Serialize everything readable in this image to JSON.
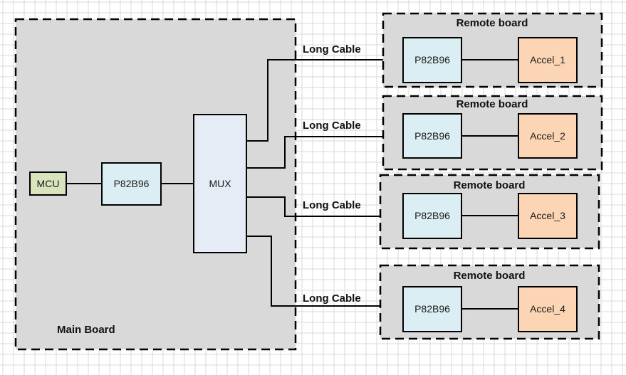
{
  "colors": {
    "grid": "#d9d9d9",
    "board_fill": "#d9d9d9",
    "mcu_fill": "#d8e4bc",
    "p82b96_fill": "#daeef3",
    "mux_fill": "#e6ecf6",
    "accel_fill": "#fcd5b5",
    "stroke": "#000000"
  },
  "main_board": {
    "label": "Main Board",
    "mcu": {
      "label": "MCU"
    },
    "p82b96": {
      "label": "P82B96"
    },
    "mux": {
      "label": "MUX"
    }
  },
  "cables": [
    {
      "label": "Long Cable"
    },
    {
      "label": "Long Cable"
    },
    {
      "label": "Long Cable"
    },
    {
      "label": "Long Cable"
    }
  ],
  "remote_boards": [
    {
      "title": "Remote board",
      "buffer": "P82B96",
      "sensor": "Accel_1"
    },
    {
      "title": "Remote board",
      "buffer": "P82B96",
      "sensor": "Accel_2"
    },
    {
      "title": "Remote board",
      "buffer": "P82B96",
      "sensor": "Accel_3"
    },
    {
      "title": "Remote board",
      "buffer": "P82B96",
      "sensor": "Accel_4"
    }
  ]
}
